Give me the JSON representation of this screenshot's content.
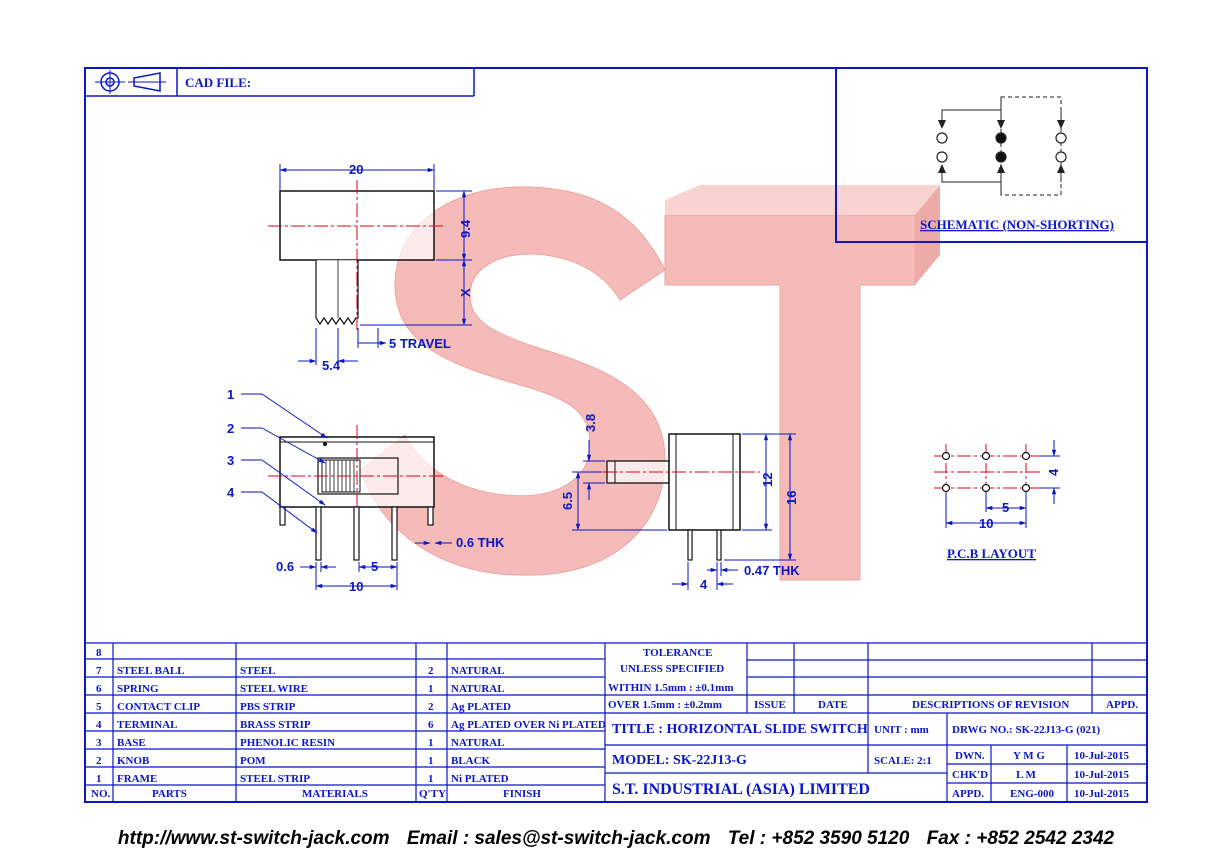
{
  "header": {
    "cad_file_label": "CAD FILE:"
  },
  "schematic": {
    "label": "SCHEMATIC (NON-SHORTING)"
  },
  "pcb": {
    "label": "P.C.B LAYOUT",
    "dim_pitch": "5",
    "dim_width": "10",
    "dim_height": "4"
  },
  "watermark": {
    "text": "ST"
  },
  "top_view": {
    "dim_width": "20",
    "dim_height": "9.4",
    "dim_x": "X",
    "dim_travel": "5 TRAVEL",
    "dim_offset": "5.4"
  },
  "front_view": {
    "callouts": [
      "1",
      "2",
      "3",
      "4"
    ],
    "dim_pin_width": "0.6",
    "dim_pitch": "5",
    "dim_span": "10",
    "dim_thk": "0.6 THK"
  },
  "side_view": {
    "dim_knob": "3.8",
    "dim_knob_height": "6.5",
    "dim_body": "12",
    "dim_total": "16",
    "dim_pin": "4",
    "dim_thk": "0.47 THK"
  },
  "bom": {
    "headers": {
      "no": "NO.",
      "parts": "PARTS",
      "materials": "MATERIALS",
      "qty": "Q'TY",
      "finish": "FINISH"
    },
    "rows": [
      {
        "no": "8",
        "part": "",
        "material": "",
        "qty": "",
        "finish": ""
      },
      {
        "no": "7",
        "part": "STEEL BALL",
        "material": "STEEL",
        "qty": "2",
        "finish": "NATURAL"
      },
      {
        "no": "6",
        "part": "SPRING",
        "material": "STEEL WIRE",
        "qty": "1",
        "finish": "NATURAL"
      },
      {
        "no": "5",
        "part": "CONTACT CLIP",
        "material": "PBS STRIP",
        "qty": "2",
        "finish": "Ag PLATED"
      },
      {
        "no": "4",
        "part": "TERMINAL",
        "material": "BRASS STRIP",
        "qty": "6",
        "finish": "Ag PLATED OVER Ni PLATED"
      },
      {
        "no": "3",
        "part": "BASE",
        "material": "PHENOLIC RESIN",
        "qty": "1",
        "finish": "NATURAL"
      },
      {
        "no": "2",
        "part": "KNOB",
        "material": "POM",
        "qty": "1",
        "finish": "BLACK"
      },
      {
        "no": "1",
        "part": "FRAME",
        "material": "STEEL STRIP",
        "qty": "1",
        "finish": "Ni PLATED"
      }
    ]
  },
  "tolerance": {
    "title": "TOLERANCE",
    "subtitle": "UNLESS  SPECIFIED",
    "within": "WITHIN 1.5mm : ±0.1mm",
    "over": "OVER 1.5mm : ±0.2mm"
  },
  "revision": {
    "issue": "ISSUE",
    "date": "DATE",
    "descriptions": "DESCRIPTIONS  OF  REVISION",
    "appd": "APPD."
  },
  "title_block": {
    "title": "TITLE :  HORIZONTAL SLIDE SWITCH",
    "unit": "UNIT :  mm",
    "drwg_no": "DRWG NO.: SK-22J13-G (021)",
    "model": "MODEL:  SK-22J13-G",
    "scale": "SCALE:  2:1",
    "company": "S.T.  INDUSTRIAL  (ASIA)  LIMITED",
    "signoff": [
      {
        "role": "DWN.",
        "name": "Y M G",
        "date": "10-Jul-2015"
      },
      {
        "role": "CHK'D",
        "name": "L M",
        "date": "10-Jul-2015"
      },
      {
        "role": "APPD.",
        "name": "ENG-000",
        "date": "10-Jul-2015"
      }
    ]
  },
  "footer": {
    "web": "http://www.st-switch-jack.com",
    "email": "Email : sales@st-switch-jack.com",
    "tel": "Tel : +852 3590 5120",
    "fax": "Fax : +852 2542 2342"
  },
  "colors": {
    "line": "#0a16c8",
    "center_line": "#e0001a",
    "watermark": "#f2a7a5",
    "footer_text": "#000000"
  }
}
